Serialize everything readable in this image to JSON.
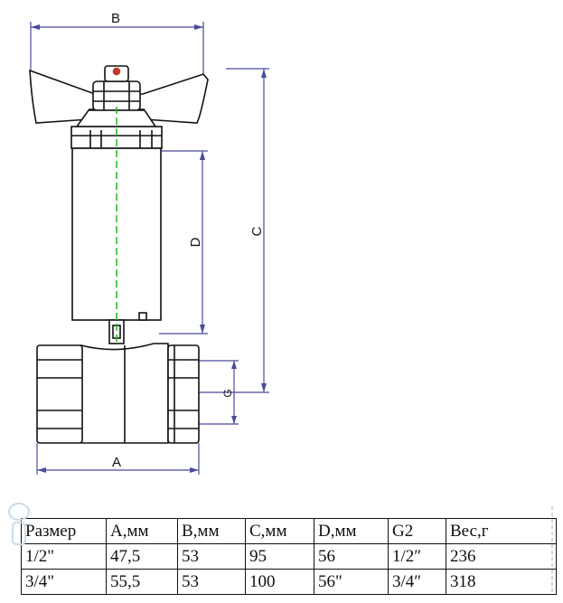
{
  "dimensions": {
    "A": "A",
    "B": "B",
    "C": "C",
    "D": "D",
    "G": "G"
  },
  "table": {
    "header": [
      "Размер",
      "A,мм",
      "B,мм",
      "C,мм",
      "D,мм",
      "G2",
      "Вес,г"
    ],
    "rows": [
      [
        "1/2\"",
        "47,5",
        "53",
        "95",
        "56",
        "1/2″",
        "236"
      ],
      [
        "3/4\"",
        "55,5",
        "53",
        "100",
        "56\"",
        "3/4″",
        "318"
      ]
    ]
  },
  "colors": {
    "line": "#111111",
    "dimension": "#4b4b9c",
    "centerline": "#22b522"
  }
}
